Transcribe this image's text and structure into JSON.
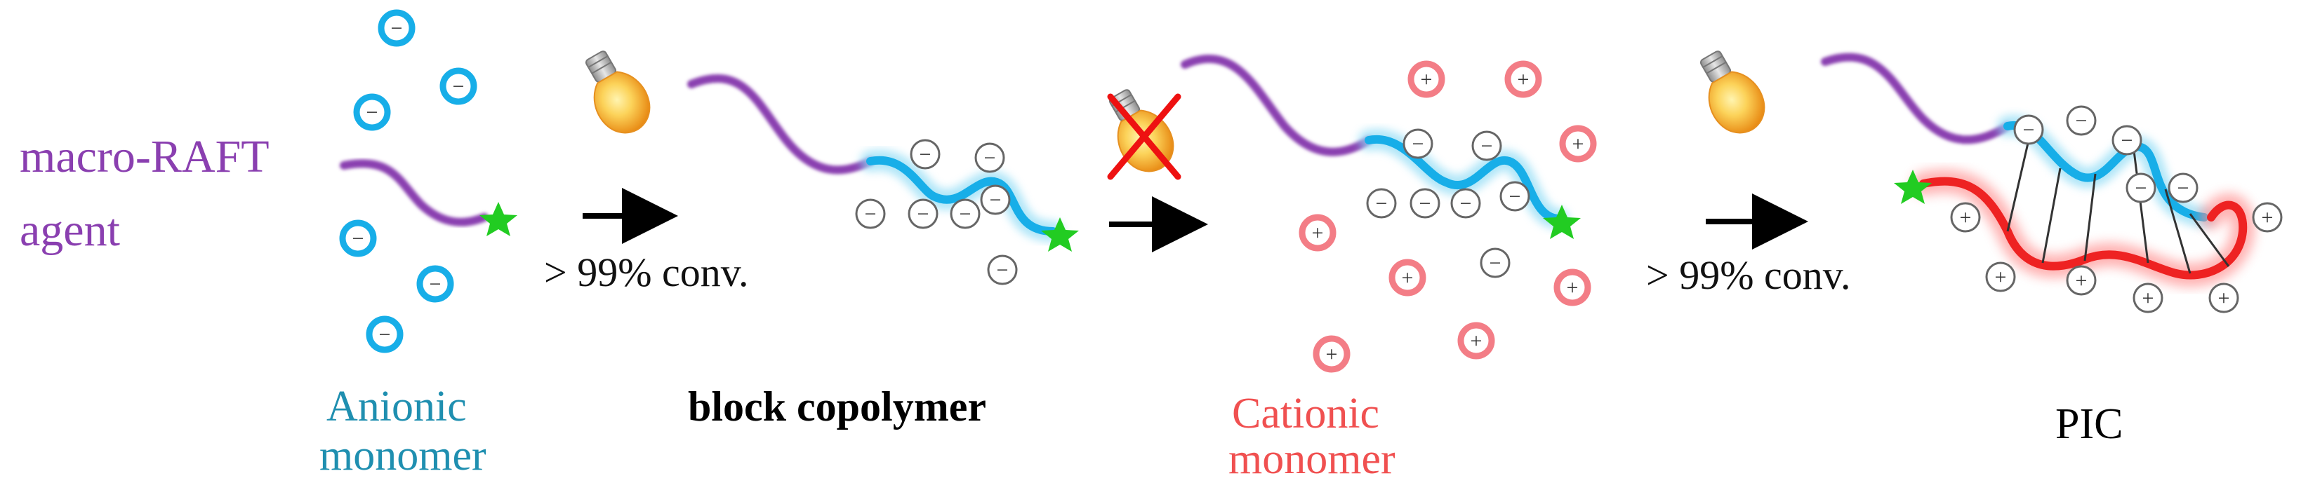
{
  "labels": {
    "macro_raft_line1": "macro-RAFT",
    "macro_raft_line2": "agent",
    "conv_1": "> 99% conv.",
    "conv_2": "> 99% conv.",
    "anionic_line1": "Anionic",
    "anionic_line2": "monomer",
    "block_copolymer": "block copolymer",
    "cationic_line1": "Cationic",
    "cationic_line2": "monomer",
    "pic": "PIC"
  },
  "signs": {
    "minus": "−",
    "plus": "+"
  },
  "colors": {
    "purple": "#8a3fb0",
    "cyan": "#17aee8",
    "red": "#ee2222",
    "green": "#22cc22",
    "anionic_text": "#1f8fb0",
    "cationic_text": "#f05050",
    "pink": "#f37d86"
  }
}
